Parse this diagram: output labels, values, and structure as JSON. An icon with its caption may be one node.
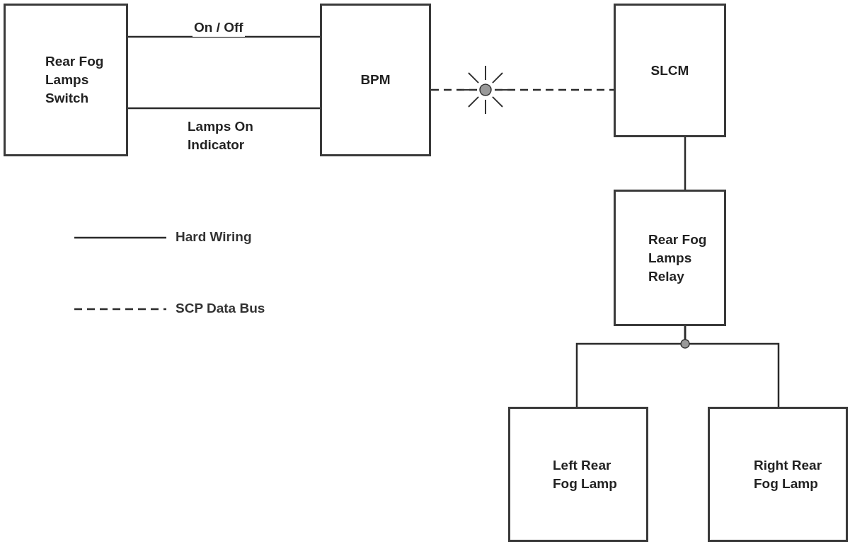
{
  "diagram": {
    "nodes": [
      {
        "text": [
          "Rear Fog Lamps Switch"
        ]
      },
      {
        "text": [
          "BPM"
        ]
      },
      {
        "text": [
          "SLCM"
        ]
      },
      {
        "text": [
          "Rear Fog Lamps Relay"
        ]
      },
      {
        "text": [
          "Left Rear Fog Lamp"
        ]
      },
      {
        "text": [
          "Right Rear Fog Lamp"
        ]
      }
    ],
    "edges": [
      {
        "from": 0,
        "to": 1,
        "arrow": "none",
        "label": "On / Off"
      },
      {
        "from": 0,
        "to": 1,
        "arrow": "none",
        "label": "Lamps On Indicator"
      },
      {
        "from": 1,
        "to": 2,
        "arrow": "none",
        "style": "dashed"
      },
      {
        "from": 2,
        "to": 3,
        "arrow": "none"
      },
      {
        "from": 3,
        "to": 4,
        "arrow": "none"
      },
      {
        "from": 3,
        "to": 5,
        "arrow": "none"
      }
    ],
    "legend": [
      {
        "text": "Hard Wiring"
      },
      {
        "text": "SCP Data Bus"
      }
    ]
  }
}
